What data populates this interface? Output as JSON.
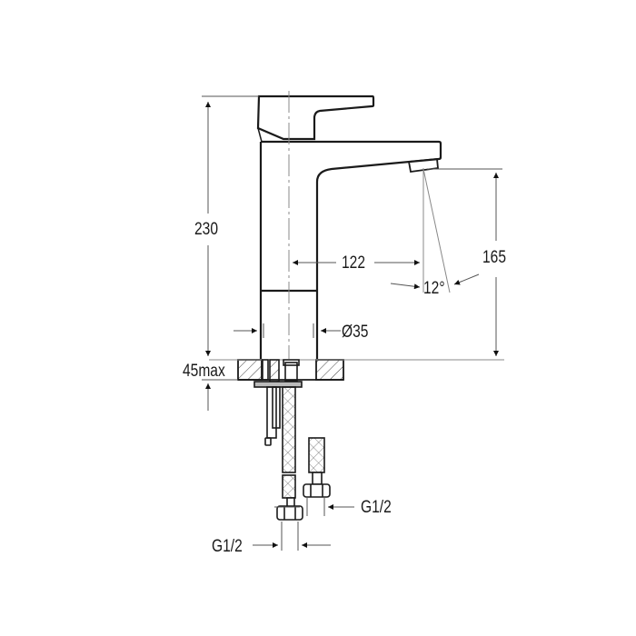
{
  "drawing": {
    "type": "technical-drawing",
    "subject": "single-lever basin mixer faucet",
    "line_color": "#1a1a1a",
    "dimension_line_color": "#555555"
  },
  "dimensions": {
    "overall_height": "230",
    "spout_reach": "122",
    "spout_height": "165",
    "flow_angle": "12°",
    "body_diameter": "Ø35",
    "max_deck_thickness": "45max",
    "inlet_thread_1": "G1/2",
    "inlet_thread_2": "G1/2"
  }
}
